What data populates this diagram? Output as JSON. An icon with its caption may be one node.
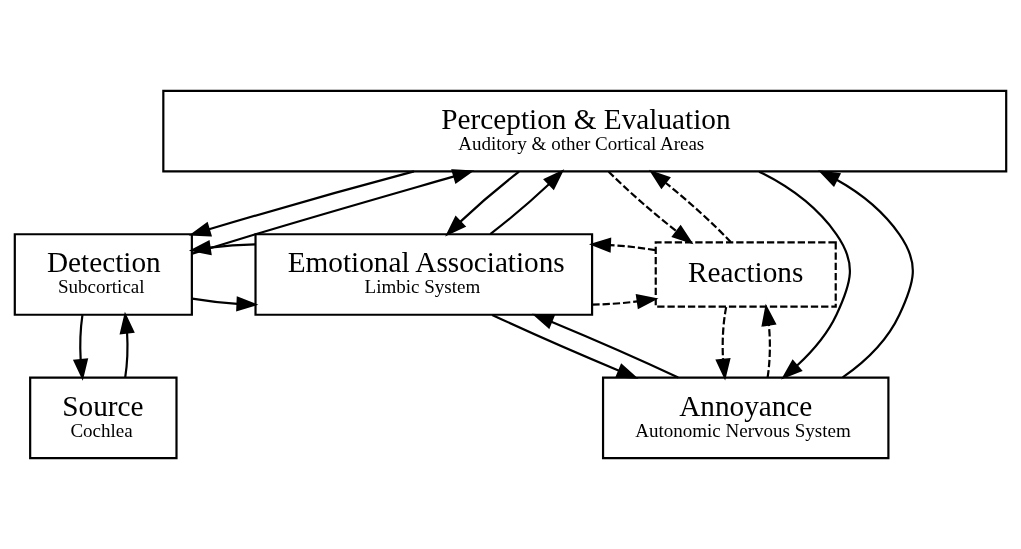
{
  "diagram": {
    "nodes": [
      {
        "text": [
          "Perception & Evaluation",
          "Auditory & other Cortical Areas"
        ]
      },
      {
        "text": [
          "Detection",
          "Subcortical"
        ]
      },
      {
        "text": [
          "Emotional Associations",
          "Limbic System"
        ]
      },
      {
        "text": [
          "Reactions"
        ]
      },
      {
        "text": [
          "Source",
          "Cochlea"
        ]
      },
      {
        "text": [
          "Annoyance",
          "Autonomic Nervous System"
        ]
      }
    ],
    "edges": [
      {
        "from": 1,
        "to": 0,
        "arrow": "to"
      },
      {
        "from": 0,
        "to": 1,
        "arrow": "to"
      },
      {
        "from": 2,
        "to": 0,
        "arrow": "to"
      },
      {
        "from": 0,
        "to": 2,
        "arrow": "to"
      },
      {
        "from": 3,
        "to": 0,
        "arrow": "to",
        "style": "dashed"
      },
      {
        "from": 0,
        "to": 3,
        "arrow": "to",
        "style": "dashed"
      },
      {
        "from": 1,
        "to": 2,
        "arrow": "to"
      },
      {
        "from": 2,
        "to": 1,
        "arrow": "to"
      },
      {
        "from": 2,
        "to": 3,
        "arrow": "to",
        "style": "dashed"
      },
      {
        "from": 3,
        "to": 2,
        "arrow": "to",
        "style": "dashed"
      },
      {
        "from": 4,
        "to": 1,
        "arrow": "to"
      },
      {
        "from": 1,
        "to": 4,
        "arrow": "to"
      },
      {
        "from": 5,
        "to": 2,
        "arrow": "to"
      },
      {
        "from": 2,
        "to": 5,
        "arrow": "to"
      },
      {
        "from": 5,
        "to": 3,
        "arrow": "to",
        "style": "dashed"
      },
      {
        "from": 3,
        "to": 5,
        "arrow": "to",
        "style": "dashed"
      },
      {
        "from": 5,
        "to": 0,
        "arrow": "to"
      },
      {
        "from": 0,
        "to": 5,
        "arrow": "to"
      }
    ]
  }
}
